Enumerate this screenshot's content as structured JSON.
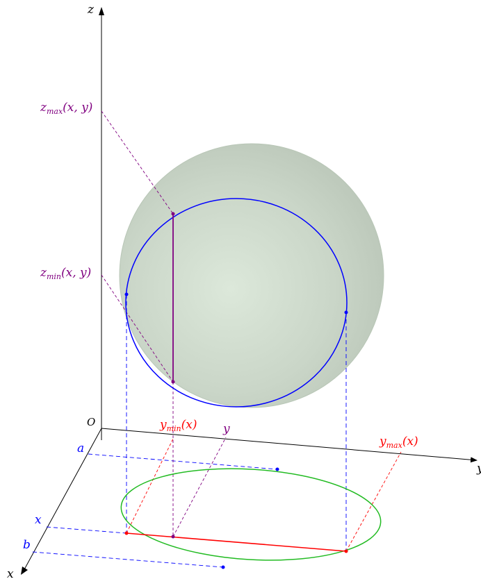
{
  "axes": {
    "z_label": "z",
    "x_label": "x",
    "y_label": "y",
    "origin_label": "O"
  },
  "labels": {
    "z_max": {
      "main": "z",
      "sub": "max",
      "args": "(x, y)"
    },
    "z_min": {
      "main": "z",
      "sub": "min",
      "args": "(x, y)"
    },
    "y_min": {
      "main": "y",
      "sub": "min",
      "args": "(x)"
    },
    "y_max": {
      "main": "y",
      "sub": "max",
      "args": "(x)"
    },
    "y": "y",
    "a": "a",
    "x": "x",
    "b": "b"
  },
  "colors": {
    "axis": "#000000",
    "sphere_fill": "#c9d6c8",
    "sphere_stroke": "#b8c6b6",
    "circle": "#0000ff",
    "ellipse": "#22bb22",
    "segment_red": "#ff0000",
    "segment_purple": "#800080",
    "dash_blue": "#0000ff",
    "dash_red": "#ff0000",
    "dash_purple": "#800080"
  }
}
